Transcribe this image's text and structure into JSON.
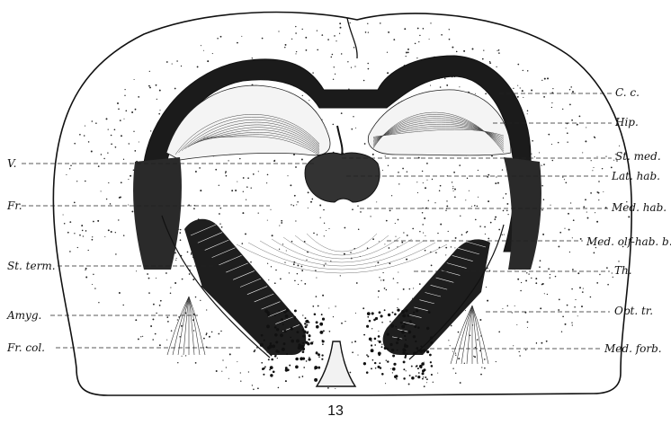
{
  "figure_number": "13",
  "colors": {
    "ink": "#111111",
    "paper": "#ffffff"
  },
  "labels": {
    "left": [
      {
        "id": "v",
        "text": "V."
      },
      {
        "id": "fr",
        "text": "Fr."
      },
      {
        "id": "st_term",
        "text": "St. term."
      },
      {
        "id": "amyg",
        "text": "Amyg."
      },
      {
        "id": "fr_col",
        "text": "Fr. col."
      }
    ],
    "right": [
      {
        "id": "c_c",
        "text": "C. c."
      },
      {
        "id": "hip",
        "text": "Hip."
      },
      {
        "id": "st_med",
        "text": "St. med."
      },
      {
        "id": "lat_hab",
        "text": "Lat. hab."
      },
      {
        "id": "med_hab",
        "text": "Med. hab."
      },
      {
        "id": "med_olf_hab_b",
        "text": "Med. olf-hab. b."
      },
      {
        "id": "th",
        "text": "Th."
      },
      {
        "id": "opt_tr",
        "text": "Opt. tr."
      },
      {
        "id": "med_forb",
        "text": "Med. forb."
      }
    ]
  }
}
